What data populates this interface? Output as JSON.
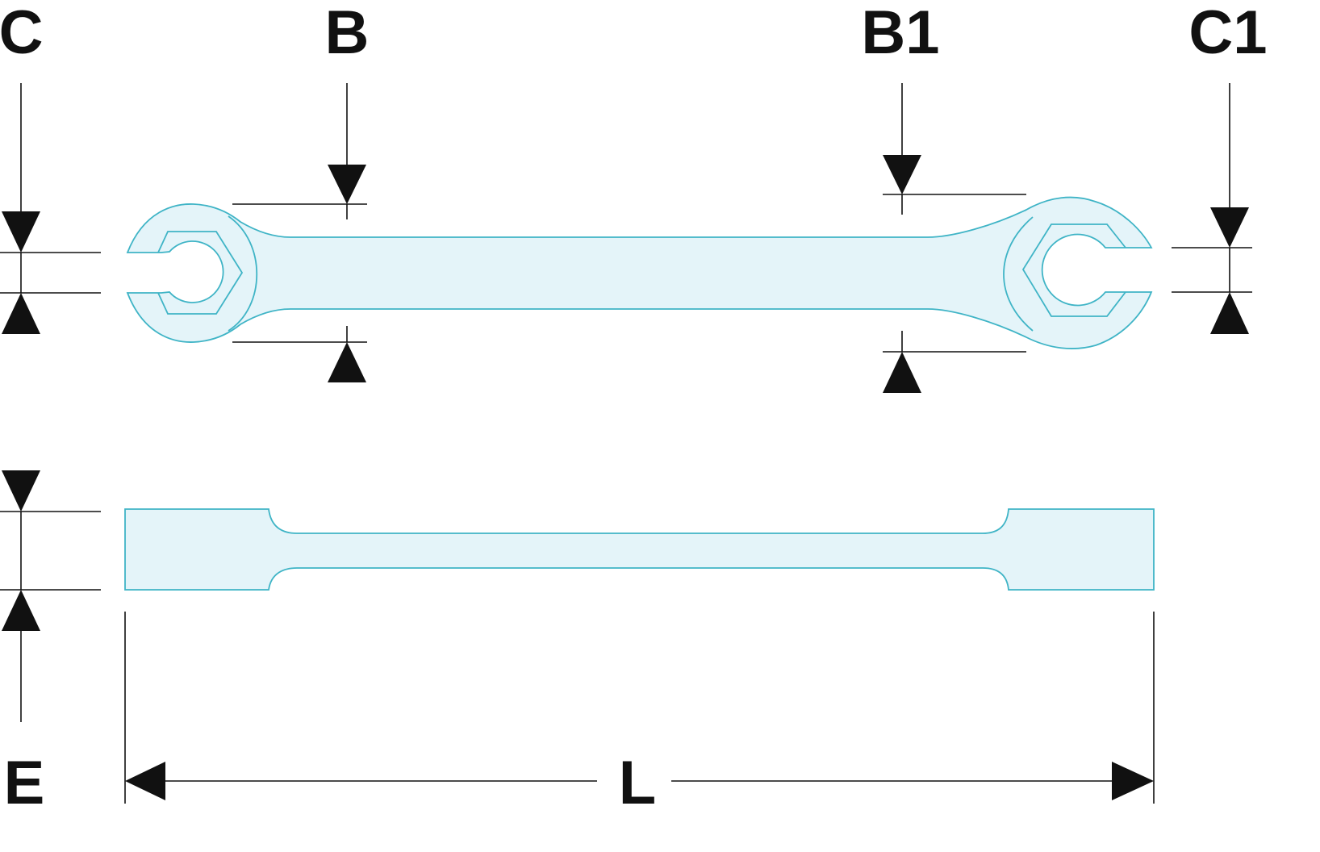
{
  "labels": {
    "c": "C",
    "b": "B",
    "b1": "B1",
    "c1": "C1",
    "e": "E",
    "l": "L"
  },
  "colors": {
    "tool_fill": "#e4f4f9",
    "tool_outline": "#3fb4c6",
    "dimension": "#111111"
  }
}
